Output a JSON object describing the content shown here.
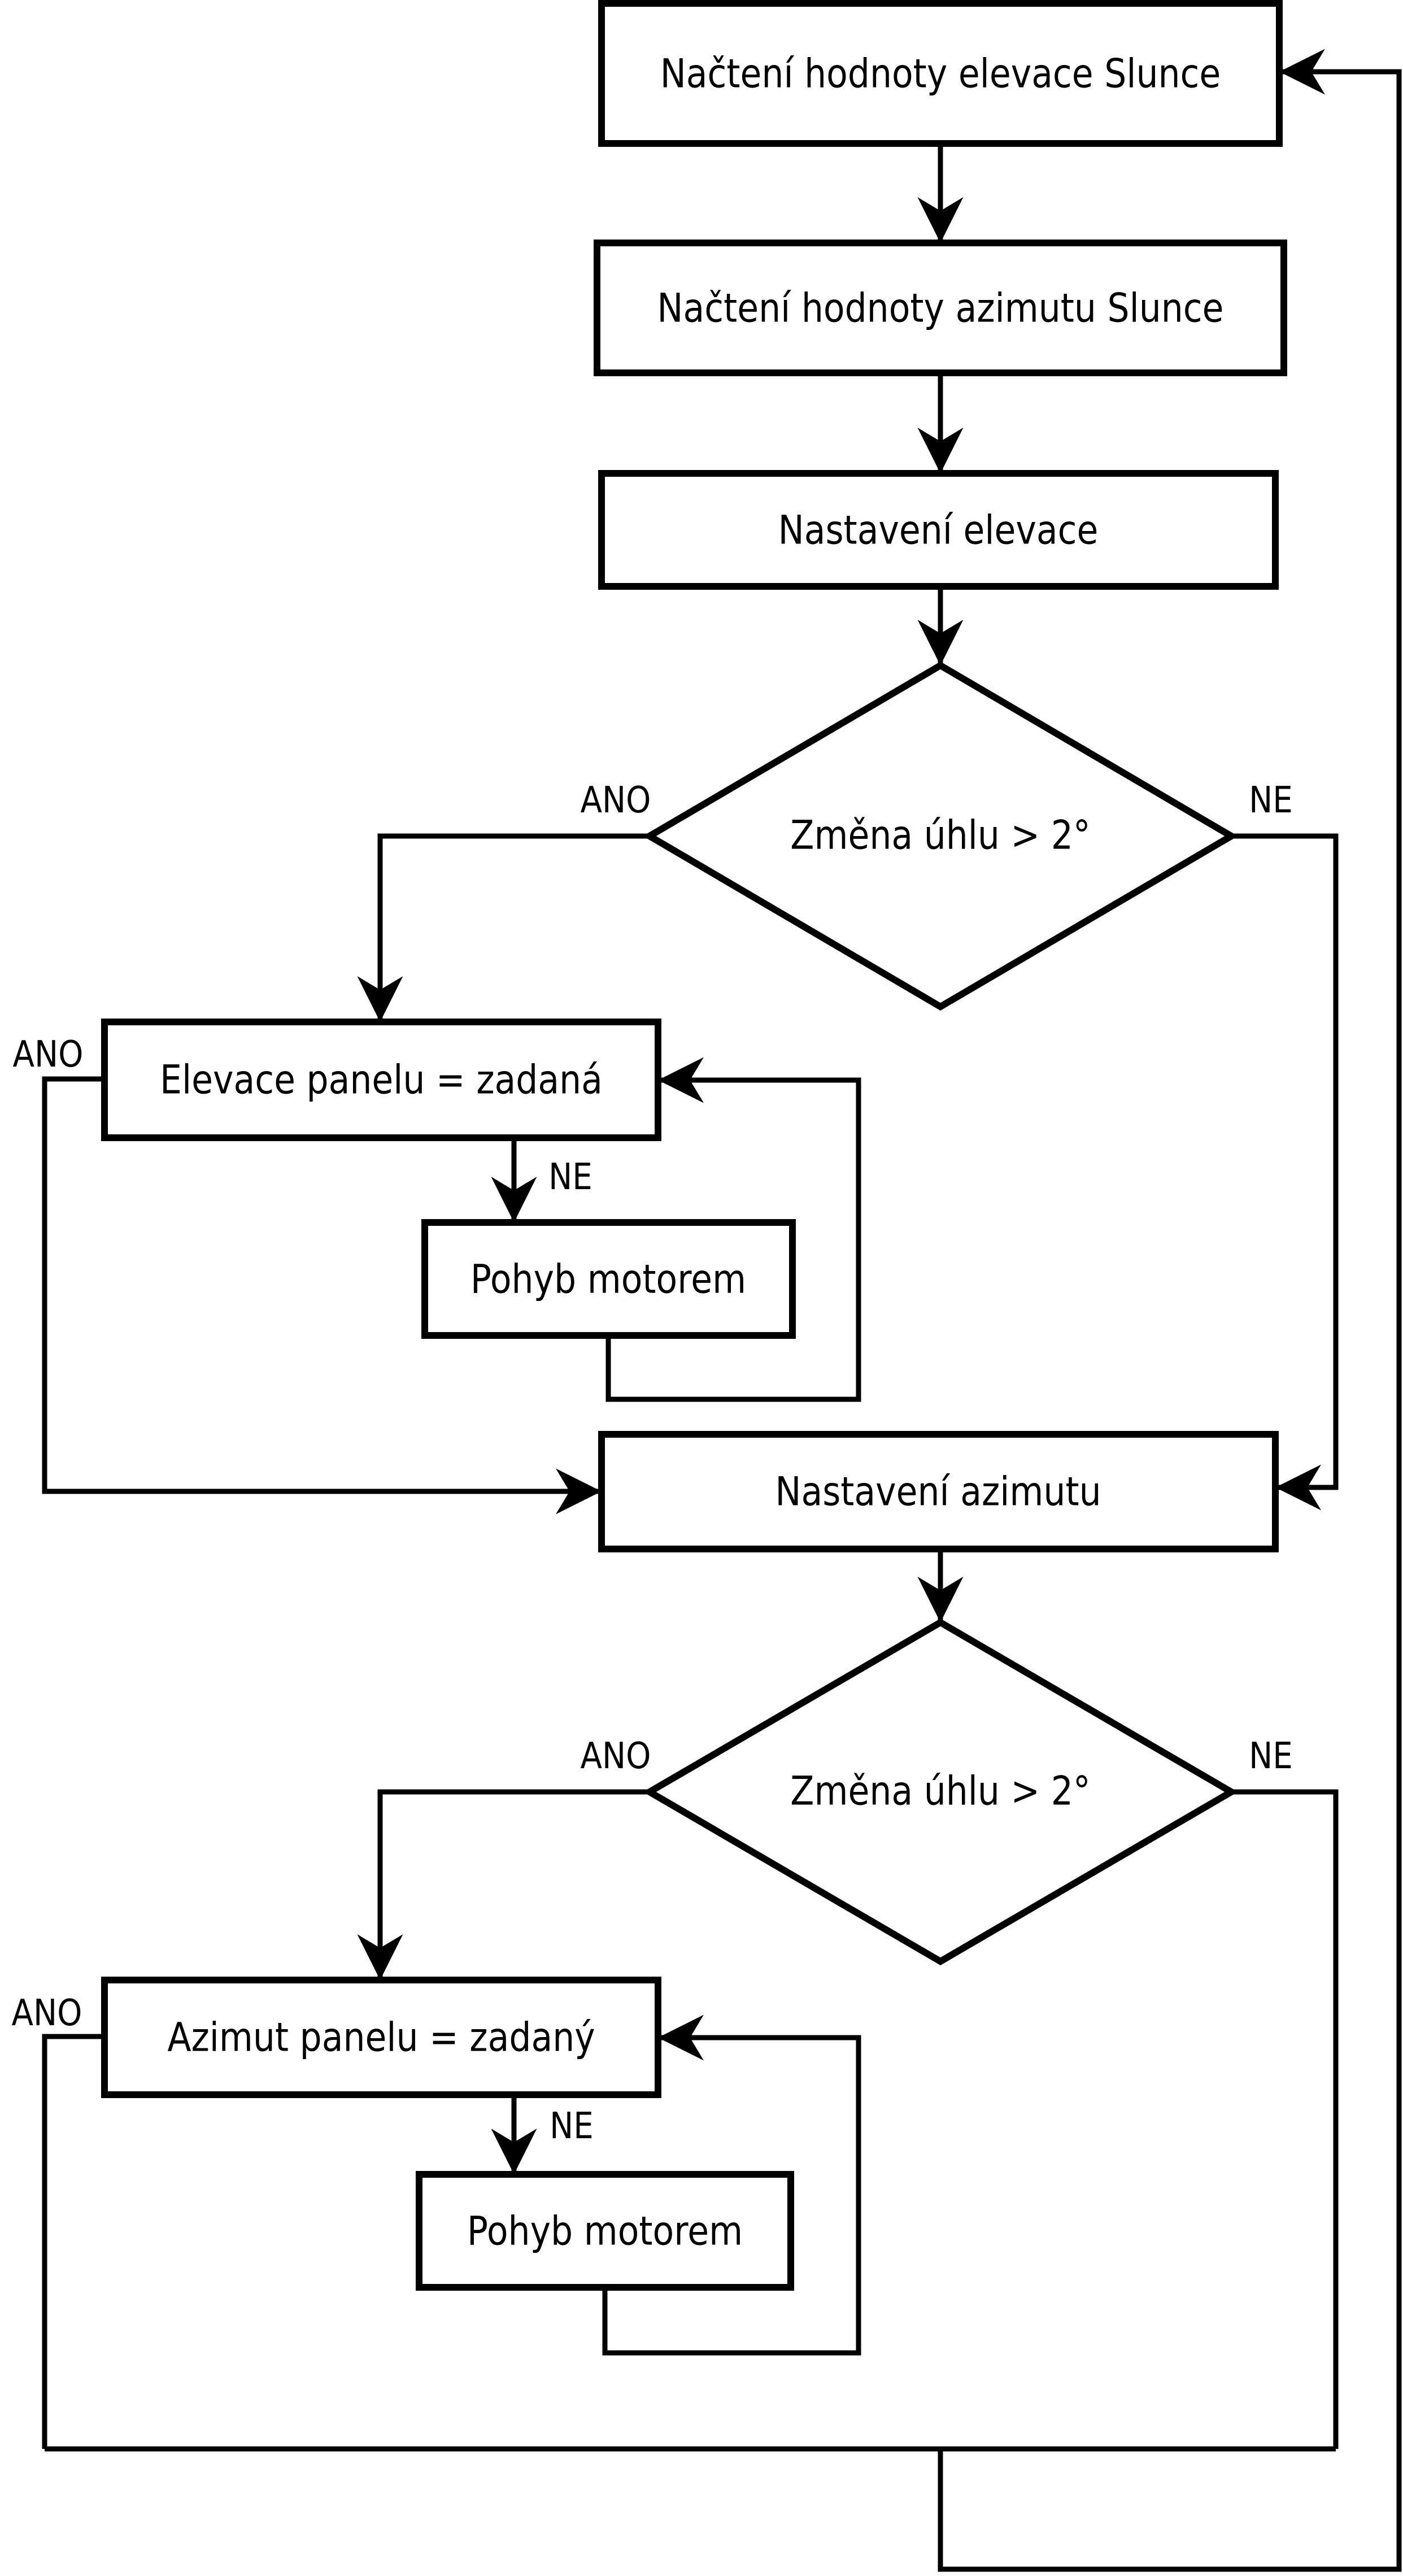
{
  "diagram": {
    "description": "Solar panel tracking control flowchart (Czech)",
    "colors": {
      "background": "#ffffff",
      "line": "#000000",
      "text": "#000000"
    },
    "nodes": {
      "read_elevation": "Načtení hodnoty elevace Slunce",
      "read_azimuth": "Načtení hodnoty azimutu Slunce",
      "set_elevation": "Nastavení elevace",
      "decision_elevation": "Změna úhlu > 2°",
      "elevation_equals": "Elevace panelu = zadaná",
      "motor_move_elevation": "Pohyb motorem",
      "set_azimuth": "Nastavení azimutu",
      "decision_azimuth": "Změna úhlu > 2°",
      "azimuth_equals": "Azimut panelu = zadaný",
      "motor_move_azimuth": "Pohyb motorem"
    },
    "branch_labels": {
      "decision_elevation_yes": "ANO",
      "decision_elevation_no": "NE",
      "elevation_equals_yes": "ANO",
      "elevation_equals_no": "NE",
      "decision_azimuth_yes": "ANO",
      "decision_azimuth_no": "NE",
      "azimuth_equals_yes": "ANO",
      "azimuth_equals_no": "NE"
    }
  }
}
